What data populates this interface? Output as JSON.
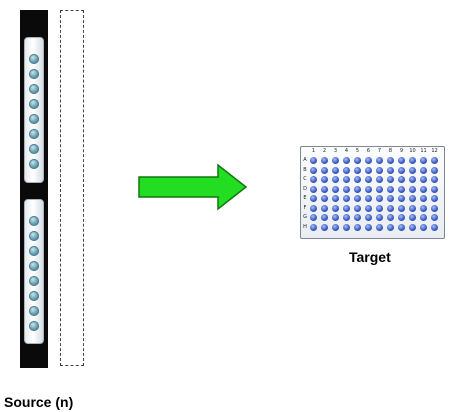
{
  "source": {
    "label": "Source (n)",
    "cartridges": 2,
    "beads_per_cartridge": 8
  },
  "arrow": {
    "color": "#22dd22",
    "stroke": "#117711",
    "icon": "right-arrow-icon"
  },
  "target": {
    "label": "Target",
    "columns": [
      "1",
      "2",
      "3",
      "4",
      "5",
      "6",
      "7",
      "8",
      "9",
      "10",
      "11",
      "12"
    ],
    "rows": [
      "A",
      "B",
      "C",
      "D",
      "E",
      "F",
      "G",
      "H"
    ],
    "well_color": "#3e5fc8"
  }
}
